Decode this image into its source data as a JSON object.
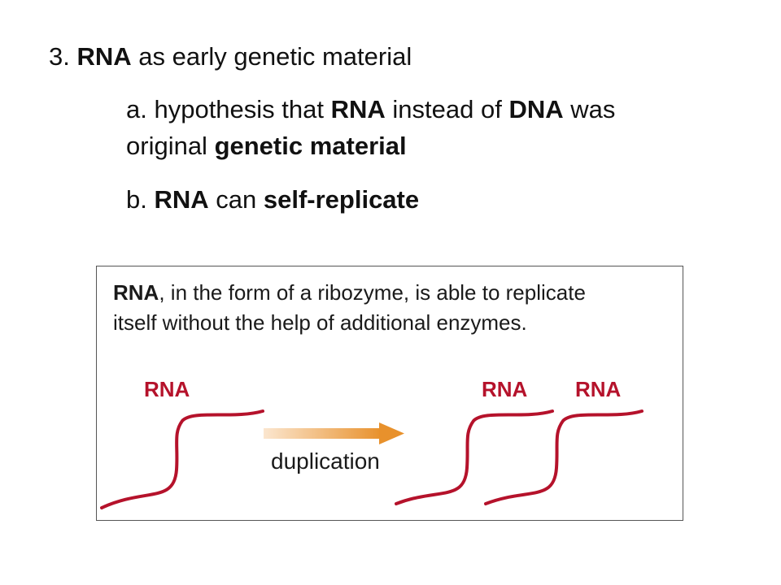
{
  "slide": {
    "line1": {
      "num": "3. ",
      "b1": "RNA",
      "t1": " as early genetic material"
    },
    "line2": {
      "t1": "a. hypothesis that ",
      "b1": "RNA",
      "t2": " instead of ",
      "b2": "DNA",
      "t3": " was"
    },
    "line3": {
      "t1": "original ",
      "b1": "genetic material"
    },
    "line4": {
      "t1": "b. ",
      "b1": "RNA",
      "t2": " can ",
      "b2": "self-replicate"
    }
  },
  "figure": {
    "caption_bold": "RNA",
    "caption_line1_rest": ", in the form of a ribozyme, is able to replicate",
    "caption_line2": "itself without the help of additional enzymes.",
    "strand_labels": [
      "RNA",
      "RNA",
      "RNA"
    ],
    "arrow_label": "duplication",
    "colors": {
      "strand": "#b5122b",
      "arrow_start": "#fbe6cf",
      "arrow_end": "#e8912c"
    }
  }
}
